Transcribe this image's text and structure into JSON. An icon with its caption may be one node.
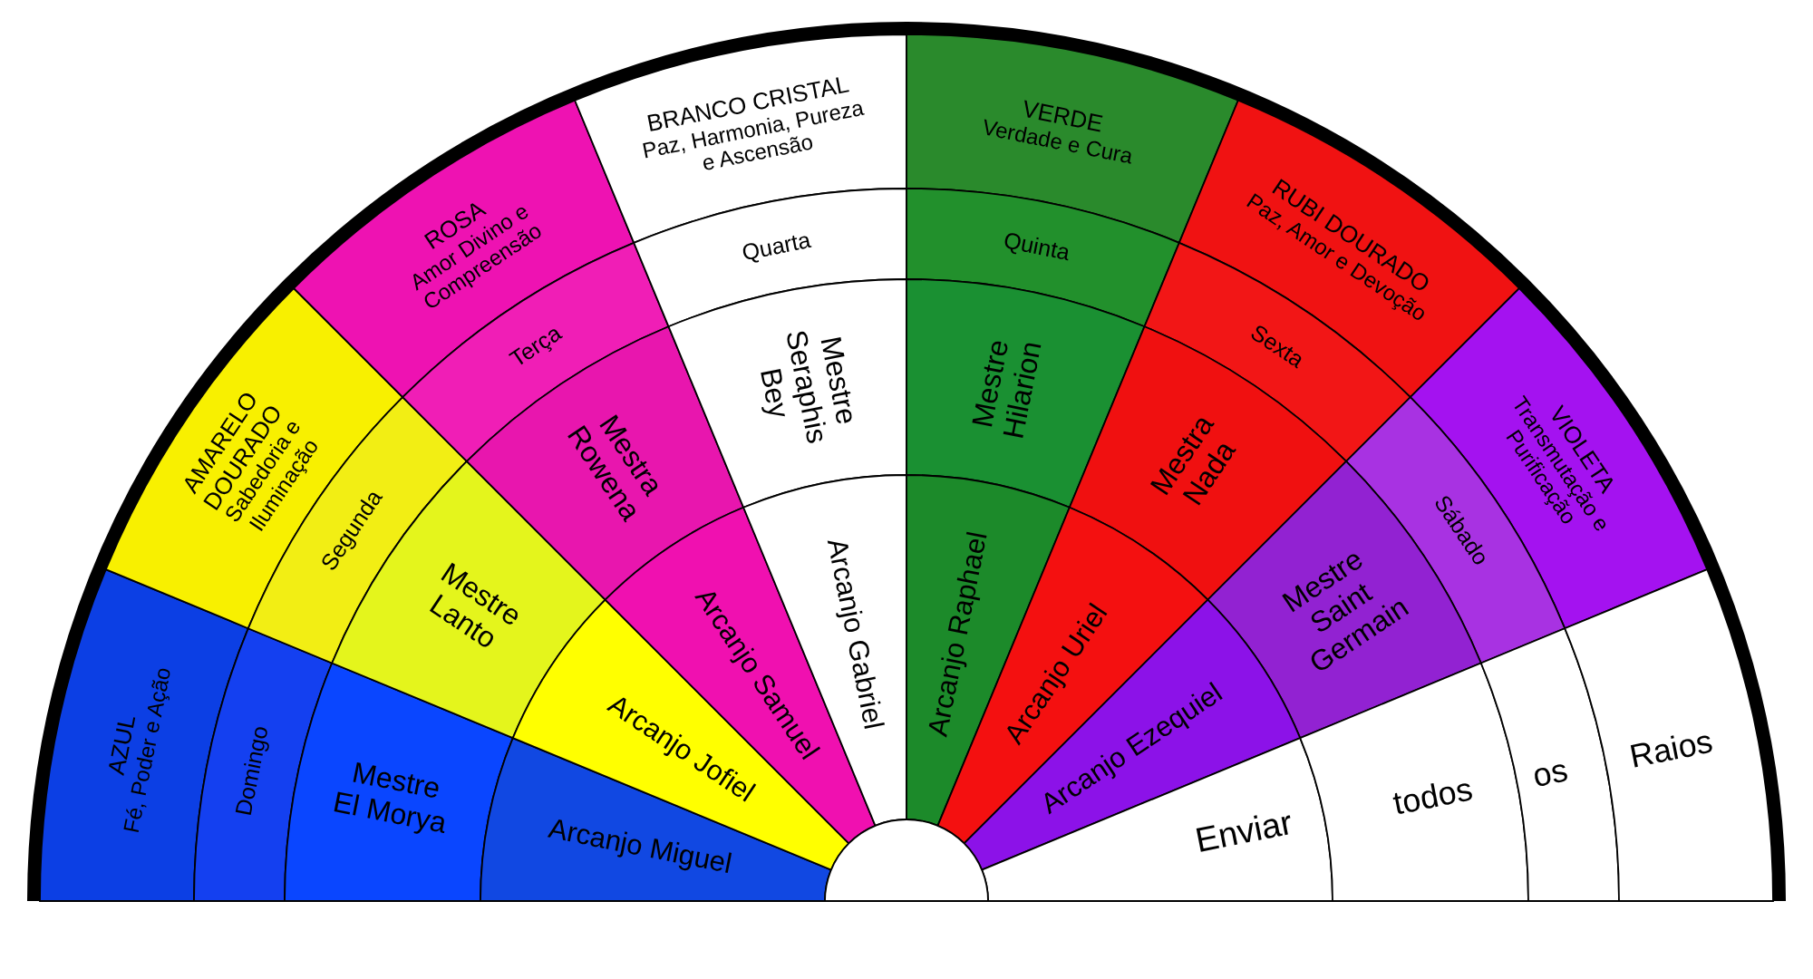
{
  "diagram": {
    "nodes": [
      {
        "text": [
          "AZUL",
          "Fé, Poder e Ação"
        ]
      },
      {
        "text": [
          "Domingo"
        ]
      },
      {
        "text": [
          "Mestre El Morya"
        ]
      },
      {
        "text": [
          "Arcanjo Miguel"
        ]
      },
      {
        "text": [
          "AMARELO DOURADO",
          "Sabedoria e Iluminação"
        ]
      },
      {
        "text": [
          "Segunda"
        ]
      },
      {
        "text": [
          "Mestre Lanto"
        ]
      },
      {
        "text": [
          "Arcanjo Jofiel"
        ]
      },
      {
        "text": [
          "ROSA",
          "Amor Divino e Compreensão"
        ]
      },
      {
        "text": [
          "Terça"
        ]
      },
      {
        "text": [
          "Mestra Rowena"
        ]
      },
      {
        "text": [
          "Arcanjo Samuel"
        ]
      },
      {
        "text": [
          "BRANCO CRISTAL",
          "Paz, Harmonia, Pureza e Ascensão"
        ]
      },
      {
        "text": [
          "Quarta"
        ]
      },
      {
        "text": [
          "Mestre Seraphis Bey"
        ]
      },
      {
        "text": [
          "Arcanjo Gabriel"
        ]
      },
      {
        "text": [
          "VERDE",
          "Verdade e Cura"
        ]
      },
      {
        "text": [
          "Quinta"
        ]
      },
      {
        "text": [
          "Mestre Hilarion"
        ]
      },
      {
        "text": [
          "Arcanjo Raphael"
        ]
      },
      {
        "text": [
          "RUBI DOURADO",
          "Paz, Amor e Devoção"
        ]
      },
      {
        "text": [
          "Sexta"
        ]
      },
      {
        "text": [
          "Mestra Nada"
        ]
      },
      {
        "text": [
          "Arcanjo Uriel"
        ]
      },
      {
        "text": [
          "VIOLETA",
          "Transmutação e Purificação"
        ]
      },
      {
        "text": [
          "Sábado"
        ]
      },
      {
        "text": [
          "Mestre Saint Germain"
        ]
      },
      {
        "text": [
          "Arcanjo Ezequiel"
        ]
      },
      {
        "text": [
          "Enviar"
        ]
      },
      {
        "text": [
          "todos"
        ]
      },
      {
        "text": [
          "os"
        ]
      },
      {
        "text": [
          "Raios"
        ]
      },
      {
        "text": [],
        "shape": "circle"
      }
    ]
  }
}
